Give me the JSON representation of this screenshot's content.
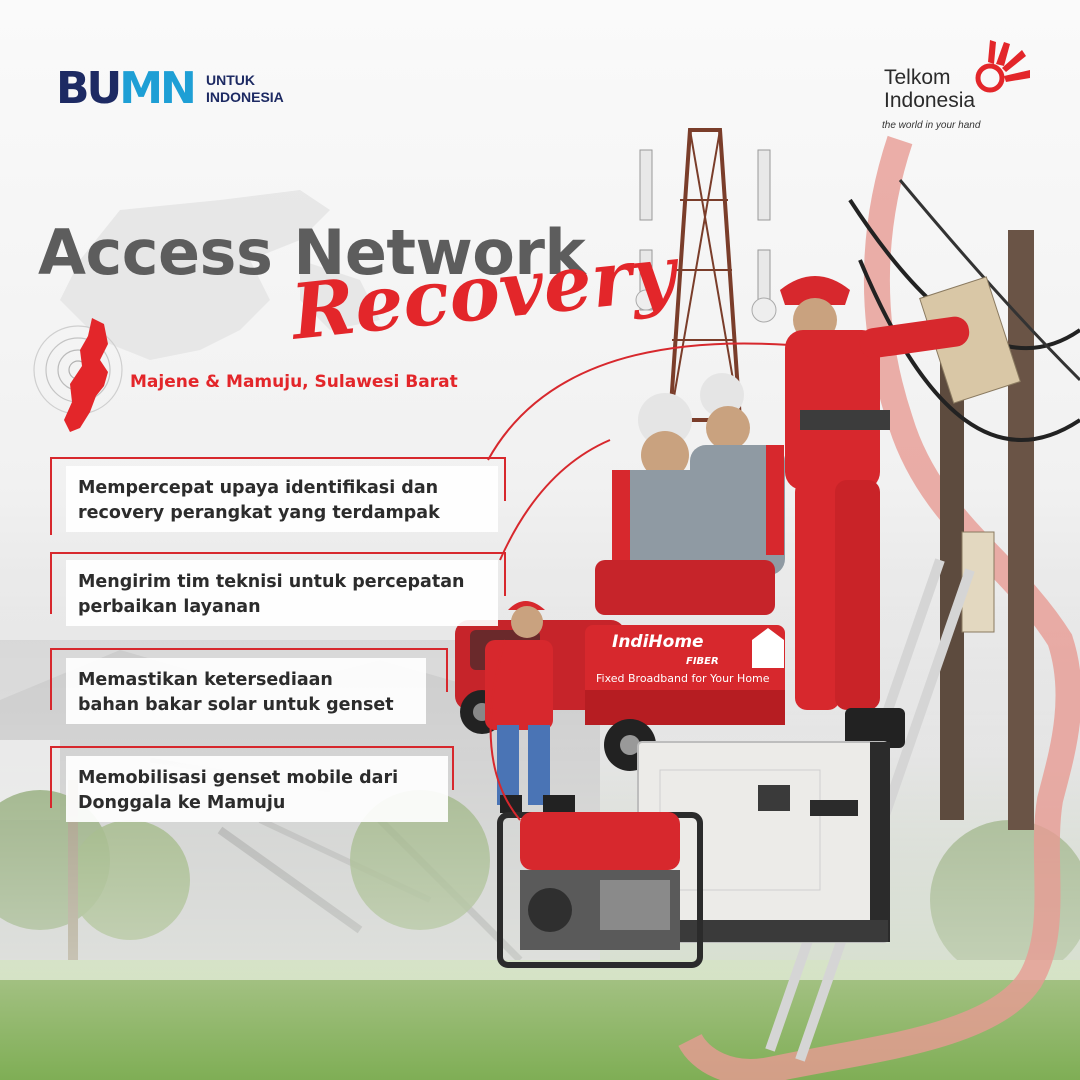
{
  "header": {
    "bumn": {
      "mark_b": "BU",
      "mark_mn": "MN",
      "line1": "UNTUK",
      "line2": "INDONESIA"
    },
    "telkom": {
      "line1": "Telkom",
      "line2": "Indonesia",
      "tagline": "the world in your hand"
    }
  },
  "title": {
    "main": "Access Network",
    "script": "Recovery",
    "location": "Majene & Mamuju, Sulawesi Barat"
  },
  "bullets": [
    {
      "line1": "Mempercepat upaya identifikasi dan",
      "line2": "recovery perangkat yang terdampak"
    },
    {
      "line1": "Mengirim tim teknisi untuk percepatan",
      "line2": "perbaikan layanan"
    },
    {
      "line1": "Memastikan ketersediaan",
      "line2": "bahan bakar solar untuk genset"
    },
    {
      "line1": "Memobilisasi genset mobile dari",
      "line2": "Donggala ke Mamuju"
    }
  ],
  "trailer": {
    "brand": "IndiHome",
    "sub": "FIBER",
    "tagline": "Fixed Broadband for Your Home"
  },
  "colors": {
    "accent_red": "#e3262a",
    "title_gray": "#5d5d5d",
    "bumn_navy": "#1d2a63",
    "bumn_blue": "#1e9fd5"
  }
}
